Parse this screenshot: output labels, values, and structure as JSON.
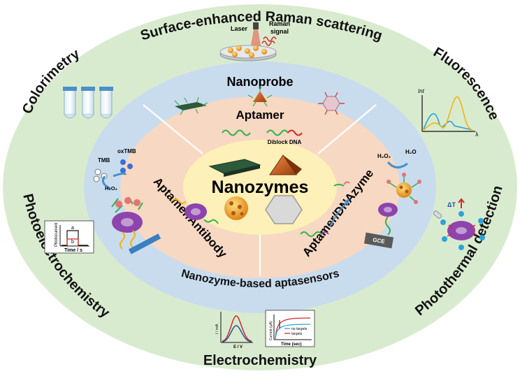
{
  "center": {
    "title": "Nanozymes"
  },
  "rings": {
    "nanoprobe": "Nanoprobe",
    "aptamer": "Aptamer",
    "aptasensors": "Nanozyme-based aptasensors"
  },
  "sectors": {
    "left": "Aptamer/Antibody",
    "right": "Aptamer/DNAzyme"
  },
  "methods": {
    "sers": "Surface-enhanced Raman scattering",
    "colorimetry": "Colorimetry",
    "fluorescence": "Fluorescence",
    "photoelectrochemistry": "Photoelectrochemistry",
    "photothermal": "Photothermal detection",
    "electrochemistry": "Electrochemistry"
  },
  "labels": {
    "laser": "Laser",
    "raman_line1": "Raman",
    "raman_line2": "signal",
    "diblock": "Diblock DNA",
    "tmb": "TMB",
    "oxtmb": "oxTMB",
    "h2o2_left": "H₂O₂",
    "h2o2_right": "H₂O₂",
    "h2o_right": "H₂O",
    "gce": "GCE",
    "int": "Int",
    "lambda": "λ",
    "photocurrent": "Photocurrent",
    "time_s": "Time / s",
    "pec_a": "a",
    "pec_b": "b",
    "delta_t": "ΔT",
    "i_ma": "I / mA",
    "e_v": "E / V",
    "current_ua": "Current (μA)",
    "time_sec": "Time (sec)",
    "no_targets": "no targets",
    "targets": "targets"
  },
  "colors": {
    "outer_ring": "#d9ebcf",
    "nanoprobe_ring": "#c9dcee",
    "aptamer_ring": "#f7d8c2",
    "center": "#fdf0b8",
    "aptamer_green": "#2db34a",
    "aptamer_red": "#d62728",
    "cell_purple": "#8e44ad",
    "electrode_blue": "#3a7fc1"
  }
}
